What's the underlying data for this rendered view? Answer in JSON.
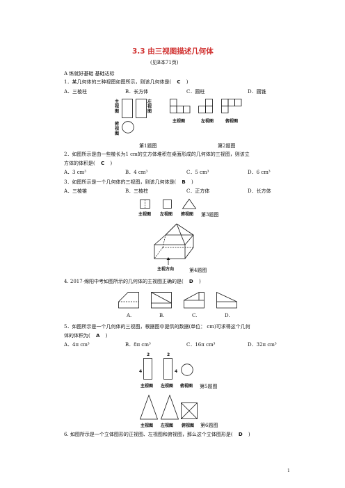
{
  "title": "3.3 由三视图描述几何体",
  "subtitle": "(见B本71页)",
  "section": "A  练就好基础  基础达标",
  "q1": {
    "text": "1．某几何体的三种视图如图所示，则该几何体是(",
    "answer": "C",
    "close": ")",
    "options": [
      "A．三棱柱",
      "B．长方体",
      "C．圆柱",
      "D．圆锥"
    ]
  },
  "fig1": {
    "front": "主视图",
    "left": "左视图",
    "top": "俯视图",
    "caption": "第1题图"
  },
  "fig2": {
    "front": "主视图",
    "left": "左视图",
    "top": "俯视图",
    "caption": "第2题图"
  },
  "q2": {
    "line1": "2．如图所示是由一些棱长为1 cm的立方体堆积在桌面形成的几何体的三视图，则该立",
    "line2": "方体的体积是(",
    "answer": "C",
    "close": ")",
    "options": [
      "A．3 cm³",
      "B．4 cm³",
      "C．5 cm³",
      "D．6 cm³"
    ]
  },
  "q3": {
    "text": "3．如图所示是一个几何体的三视图，则该几何体是(",
    "answer": "B",
    "close": ")",
    "options": [
      "A．三棱锥",
      "B．三棱柱",
      "C．正方体",
      "D．长方体"
    ]
  },
  "fig3": {
    "front": "主视图",
    "left": "左视图",
    "top": "俯视图",
    "caption": "第3题图"
  },
  "fig4": {
    "arrow_label": "主视方向",
    "caption": "第4题图"
  },
  "q4": {
    "text": "4. 2017·绵阳中考如图所示的几何体的主视图正确的是(",
    "answer": "D",
    "close": ")",
    "options": [
      "A.",
      "B.",
      "C.",
      "D."
    ]
  },
  "q5": {
    "line1": "5．如图所示是一个几何体的三视图，根据图中提供的数据(单位： cm)可求得这个几何",
    "line2": "体的体积为(",
    "answer": "A",
    "close": ")",
    "options": [
      "A．4π cm³",
      "B．8π cm³",
      "C．16π cm³",
      "D．32π cm³"
    ]
  },
  "fig5": {
    "dim_top1": "2",
    "dim_top2": "2",
    "dim_left1": "4",
    "dim_left2": "4",
    "front": "主视图",
    "left": "左视图",
    "top": "俯视图",
    "caption": "第5题图"
  },
  "fig6": {
    "front": "主视图",
    "left": "左视图",
    "top": "俯视图",
    "caption": "第6题图"
  },
  "q6": {
    "text": "6. 如图所示是一个立体图形的正视图、左视图和俯视图，那么这个立体图形是(",
    "answer": "D",
    "close": ")"
  },
  "page_number": "1"
}
